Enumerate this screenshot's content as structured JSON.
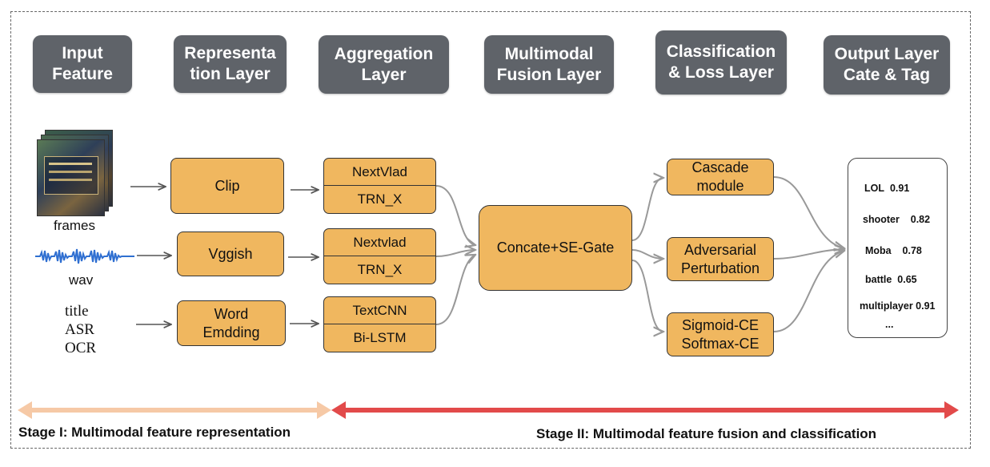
{
  "headers": {
    "input": "Input\nFeature",
    "representation": "Representa\ntion Layer",
    "aggregation": "Aggregation\nLayer",
    "fusion": "Multimodal\nFusion Layer",
    "classification": "Classification\n& Loss Layer",
    "output": "Output Layer\nCate & Tag"
  },
  "inputs": {
    "frames": "frames",
    "wav": "wav",
    "text_lines": [
      "title",
      "ASR",
      "OCR"
    ]
  },
  "representation": {
    "clip": "Clip",
    "vggish": "Vggish",
    "word": "Word\nEmdding"
  },
  "aggregation": [
    {
      "top": "NextVlad",
      "bottom": "TRN_X"
    },
    {
      "top": "Nextvlad",
      "bottom": "TRN_X"
    },
    {
      "top": "TextCNN",
      "bottom": "Bi-LSTM"
    }
  ],
  "fusion": {
    "label": "Concate+SE-Gate"
  },
  "classification": {
    "cascade": "Cascade\nmodule",
    "adversarial": "Adversarial\nPerturbation",
    "loss": "Sigmoid-CE\nSoftmax-CE"
  },
  "output": {
    "tags": [
      {
        "name": "LOL",
        "score": "0.91"
      },
      {
        "name": "shooter",
        "score": "0.82"
      },
      {
        "name": "Moba",
        "score": "0.78"
      },
      {
        "name": "battle",
        "score": "0.65"
      },
      {
        "name": "multiplayer",
        "score": "0.91"
      }
    ],
    "ellipsis": "..."
  },
  "stages": {
    "stage1": "Stage I: Multimodal feature representation",
    "stage2": "Stage II: Multimodal feature fusion and classification"
  },
  "colors": {
    "box_fill": "#f0b75f",
    "header_fill": "#5f6369",
    "stage1_arrow": "#f6c9a6",
    "stage2_arrow": "#e24a4a",
    "connector": "#999999",
    "wave": "#2f6fd1"
  }
}
